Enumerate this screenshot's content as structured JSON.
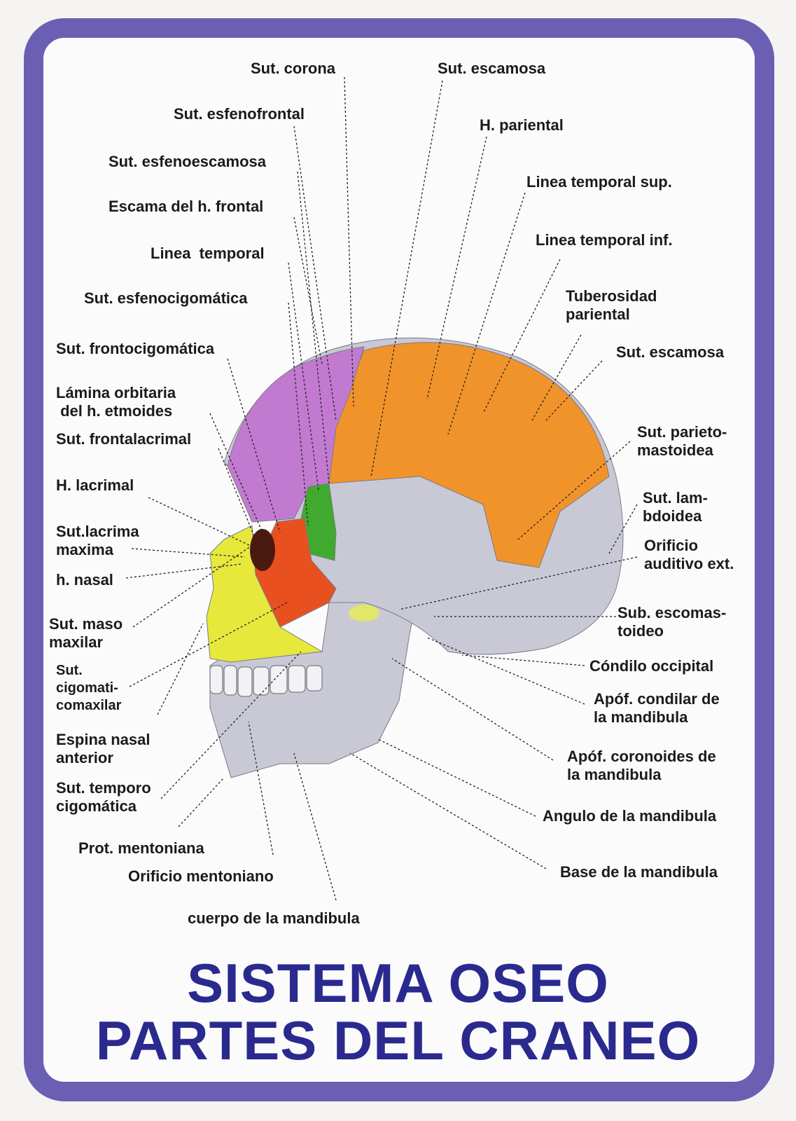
{
  "colors": {
    "frame": "#6b5fb3",
    "title": "#2a2a8e",
    "frontal": "#c27ad0",
    "parietal": "#f0932a",
    "sphenoid": "#3faa2e",
    "zygomatic": "#e8501f",
    "maxilla": "#e6e83c",
    "bone": "#c9c9d6"
  },
  "title": {
    "line1": "SISTEMA OSEO",
    "line2": "PARTES DEL CRANEO"
  },
  "labels": {
    "sut_corona": "Sut. corona",
    "sut_escamosa_top": "Sut. escamosa",
    "sut_esfenofrontal": "Sut. esfenofrontal",
    "h_pariental": "H. pariental",
    "sut_esfenoescamosa": "Sut. esfenoescamosa",
    "linea_temporal_sup": "Linea temporal sup.",
    "escama_h_frontal": "Escama del h. frontal",
    "linea_temporal": "Linea  temporal",
    "linea_temporal_inf": "Linea temporal inf.",
    "sut_esfenocigomatica": "Sut. esfenocigomática",
    "tuberosidad_pariental": "Tuberosidad\npariental",
    "sut_frontocigomatica": "Sut. frontocigomática",
    "sut_escamosa_right": "Sut. escamosa",
    "lamina_orbitaria": "Lámina orbitaria\n del h. etmoides",
    "sut_frontalacrimal": "Sut. frontalacrimal",
    "sut_parieto_mastoidea": "Sut. parieto-\nmastoidea",
    "h_lacrimal": "H. lacrimal",
    "sut_lambdoidea": "Sut. lam-\nbdoidea",
    "sut_lacrima_maxima": "Sut.lacrima\nmaxima",
    "orificio_auditivo": "Orificio\nauditivo ext.",
    "h_nasal": "h. nasal",
    "sut_maso_maxilar": "Sut. maso\nmaxilar",
    "sub_escomastoideo": "Sub. escomas-\ntoideo",
    "sut_cigomaticomaxilar": "Sut.\ncigomati-\ncomaxilar",
    "condilo_occipital": "Cóndilo occipital",
    "apof_condilar": "Apóf. condilar de\nla mandibula",
    "espina_nasal": "Espina nasal\nanterior",
    "apof_coronoides": "Apóf. coronoides de\nla mandibula",
    "sut_temporo_cigomatica": "Sut. temporo\ncigomática",
    "angulo_mandibula": "Angulo de la mandibula",
    "prot_mentoniana": "Prot. mentoniana",
    "orificio_mentoniano": "Orificio mentoniano",
    "base_mandibula": "Base de la mandibula",
    "cuerpo_mandibula": "cuerpo de la mandibula"
  }
}
